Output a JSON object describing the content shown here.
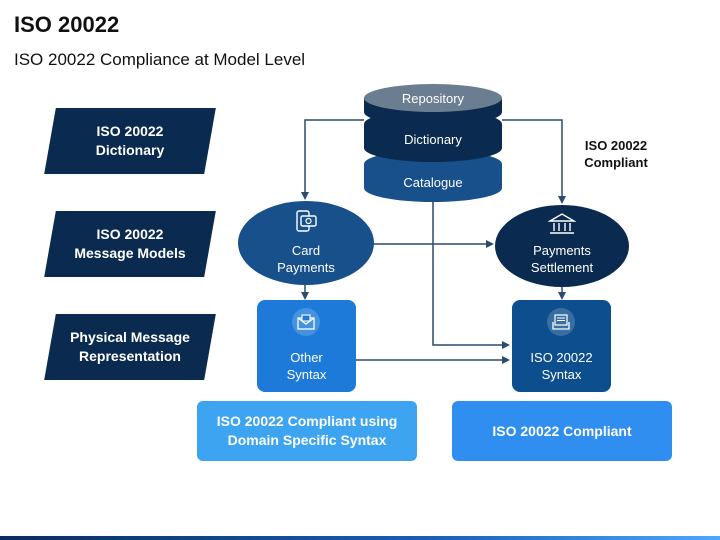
{
  "header": {
    "title": "ISO 20022",
    "subtitle": "ISO 20022 Compliance at Model Level"
  },
  "levels": [
    {
      "label": "ISO 20022\nDictionary"
    },
    {
      "label": "ISO 20022\nMessage Models"
    },
    {
      "label": "Physical Message\nRepresentation"
    }
  ],
  "repository": {
    "top": "Repository",
    "middle": "Dictionary",
    "bottom": "Catalogue"
  },
  "compliant_note": "ISO 20022\nCompliant",
  "nodes": {
    "card_payments": {
      "label": "Card\nPayments",
      "icon": "card-payment-icon"
    },
    "payments_settlement": {
      "label": "Payments\nSettlement",
      "icon": "bank-icon"
    },
    "other_syntax": {
      "label": "Other\nSyntax",
      "icon": "envelope-icon"
    },
    "iso_syntax": {
      "label": "ISO 20022\nSyntax",
      "icon": "document-icon"
    }
  },
  "bottom": {
    "left": "ISO 20022 Compliant using\nDomain Specific Syntax",
    "right": "ISO 20022 Compliant"
  },
  "colors": {
    "navy": "#0b2a4f",
    "dark_blue": "#0d4f8e",
    "mid_blue": "#1566b8",
    "light_blue": "#3da4f2",
    "bright_blue": "#2f8ef0",
    "line": "#2c4a6e"
  }
}
